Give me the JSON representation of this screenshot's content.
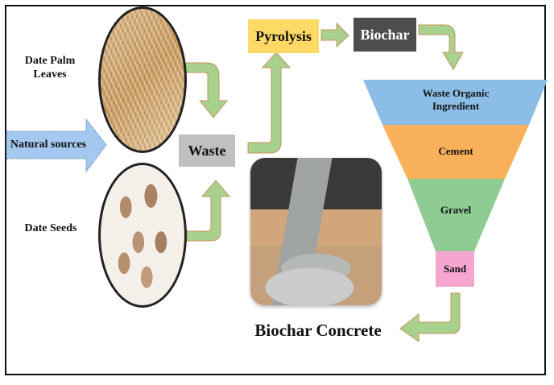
{
  "diagram": {
    "title": "Biochar Concrete production flow",
    "sources": {
      "label": "Natural sources",
      "items": [
        {
          "label": "Date Palm Leaves",
          "image": "date-palm-leaves-photo"
        },
        {
          "label": "Date Seeds",
          "image": "date-seeds-photo"
        }
      ]
    },
    "steps": [
      {
        "label": "Waste",
        "color": "#c0c0c0"
      },
      {
        "label": "Pyrolysis",
        "color": "#ffd966"
      },
      {
        "label": "Biochar",
        "color": "#4d4d4d"
      }
    ],
    "funnel": [
      {
        "label": "Waste Organic Ingredient",
        "color": "#8bbde6"
      },
      {
        "label": "Cement",
        "color": "#f9b05a"
      },
      {
        "label": "Gravel",
        "color": "#8fcc94"
      },
      {
        "label": "Sand",
        "color": "#f4a6cf"
      }
    ],
    "output": {
      "label": "Biochar Concrete",
      "image": "concrete-pouring-photo"
    },
    "colors": {
      "arrow_fill": "#a9d18e",
      "arrow_stroke": "#c8915a",
      "source_arrow_fill": "#a4c8ef"
    }
  }
}
